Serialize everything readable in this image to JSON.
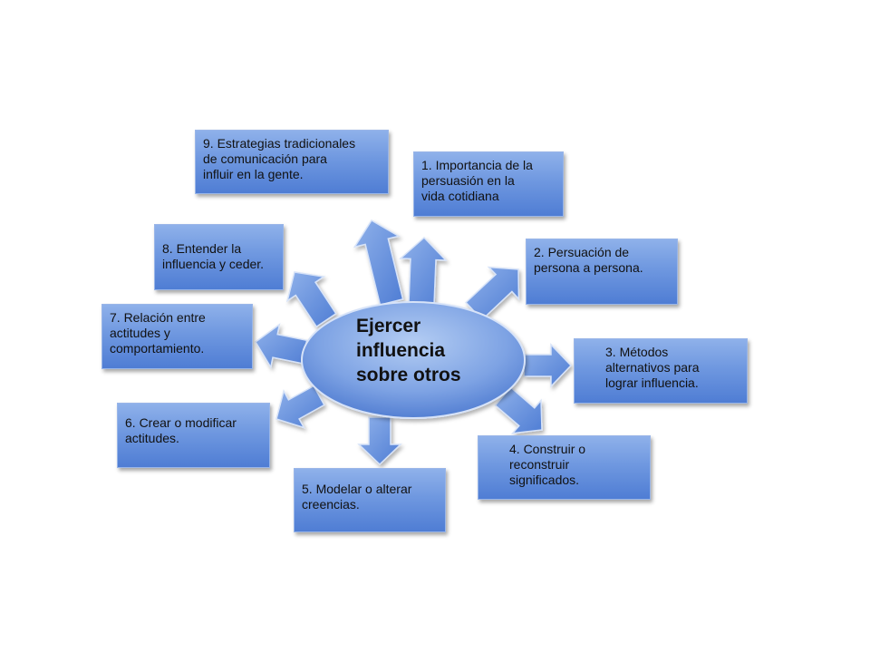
{
  "center": {
    "label": "Ejercer\ninfluencia\nsobre otros"
  },
  "nodes": [
    {
      "label": "1. Importancia de la\npersuasión en la\nvida cotidiana"
    },
    {
      "label": "2. Persuación de\npersona a persona."
    },
    {
      "label": "3. Métodos\nalternativos para\nlograr influencia."
    },
    {
      "label": "4. Construir o\nreconstruir\nsignificados."
    },
    {
      "label": "5. Modelar o alterar\ncreencias."
    },
    {
      "label": "6. Crear o modificar\nactitudes."
    },
    {
      "label": "7.  Relación entre\nactitudes  y\ncomportamiento."
    },
    {
      "label": "8. Entender la\ninfluencia y ceder."
    },
    {
      "label": "9. Estrategias tradicionales\nde comunicación para\ninfluir en la gente."
    }
  ],
  "colors": {
    "box_top": "#8fb1ea",
    "box_bottom": "#4f7dd4",
    "ellipse_light": "#a9c3ef",
    "ellipse_dark": "#4b78cf",
    "arrow": "#5c89da",
    "text": "#111111"
  }
}
